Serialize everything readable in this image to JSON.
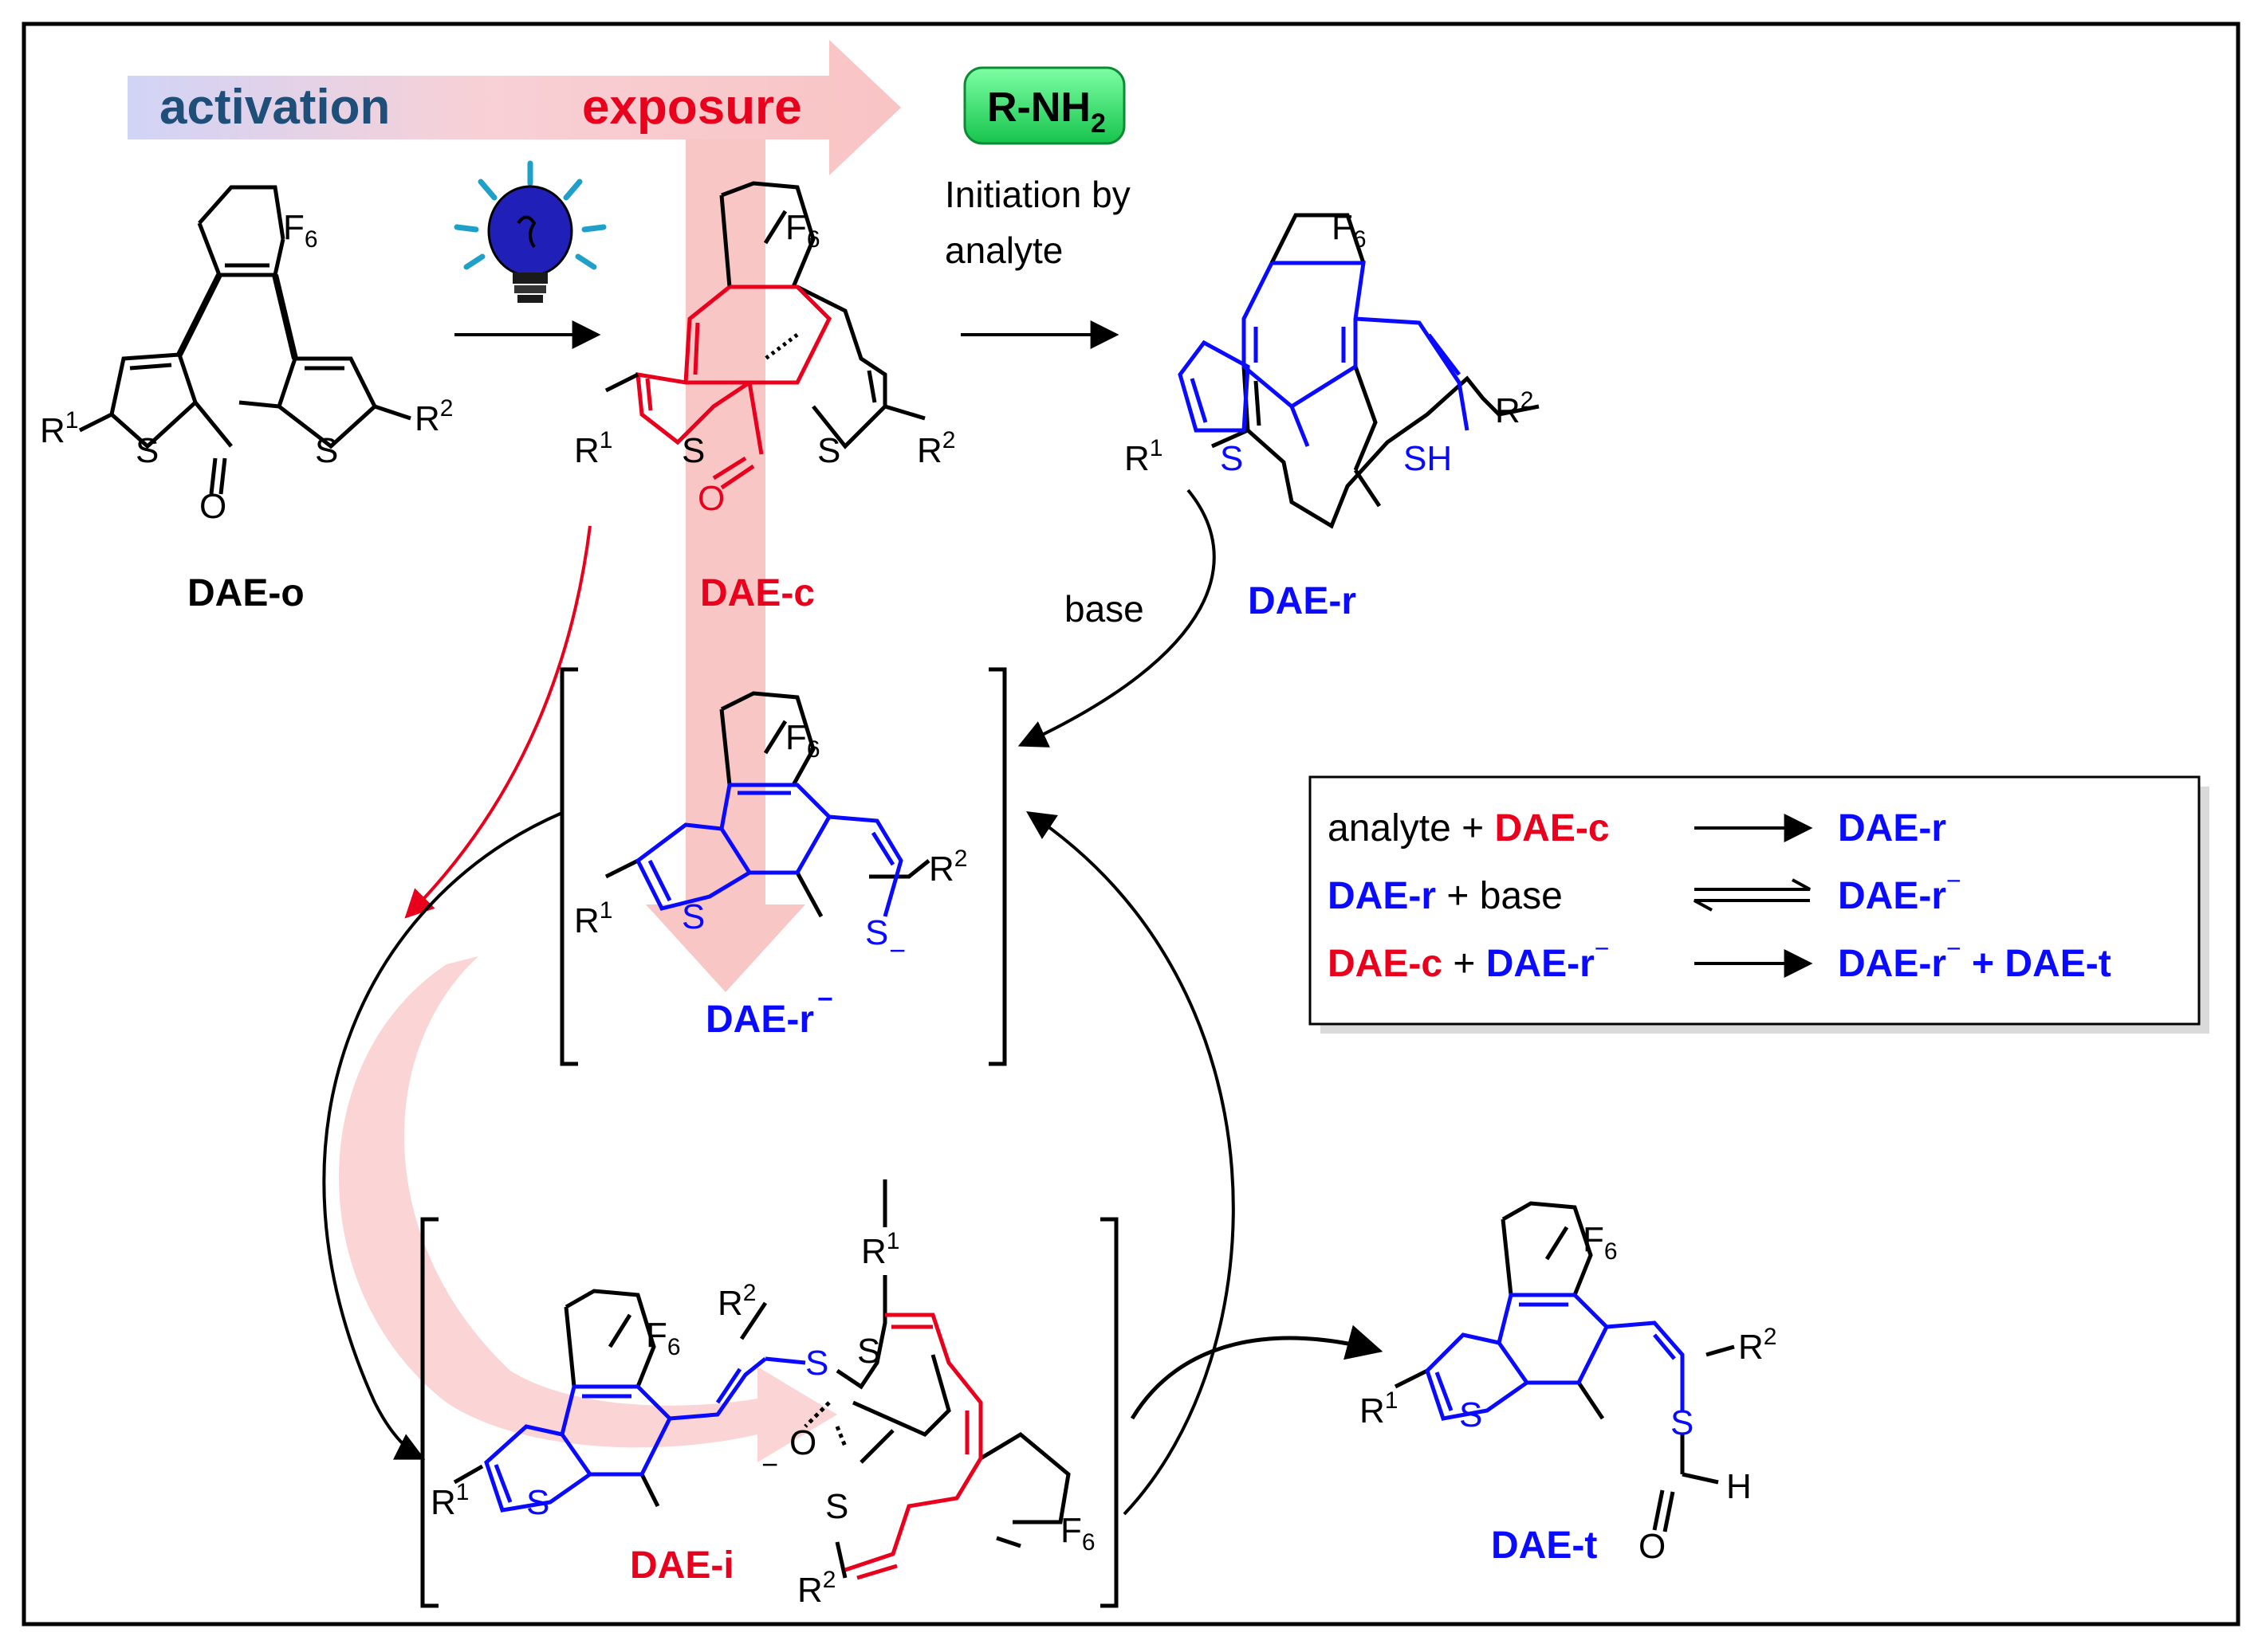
{
  "banner": {
    "activation": "activation",
    "exposure": "exposure",
    "analyte_badge": "R-NH",
    "analyte_badge_sub": "2"
  },
  "step_labels": {
    "initiation_line1": "Initiation by",
    "initiation_line2": "analyte",
    "base": "base"
  },
  "compounds": {
    "dae_o": "DAE-o",
    "dae_c": "DAE-c",
    "dae_r": "DAE-r",
    "dae_r_anion": "DAE-r",
    "dae_i": "DAE-i",
    "dae_t": "DAE-t"
  },
  "atoms": {
    "F6": "F",
    "F6_sub": "6",
    "R": "R",
    "sup1": "1",
    "sup2": "2",
    "S": "S",
    "O": "O",
    "SH": "SH",
    "H": "H",
    "minus": "−"
  },
  "equations": [
    {
      "left": [
        {
          "text": "analyte + ",
          "color": "black"
        },
        {
          "text": "DAE-c",
          "color": "red"
        }
      ],
      "arrow": "forward",
      "right": [
        {
          "text": "DAE-r",
          "color": "blue"
        }
      ]
    },
    {
      "left": [
        {
          "text": "DAE-r",
          "color": "blue"
        },
        {
          "text": " + base",
          "color": "black"
        }
      ],
      "arrow": "equilibrium",
      "right": [
        {
          "text": "DAE-r",
          "color": "blue",
          "minus": true
        }
      ]
    },
    {
      "left": [
        {
          "text": "DAE-c",
          "color": "red"
        },
        {
          "text": " + ",
          "color": "black"
        },
        {
          "text": "DAE-r",
          "color": "blue",
          "minus": true
        }
      ],
      "arrow": "forward",
      "right": [
        {
          "text": "DAE-r",
          "color": "blue",
          "minus": true
        },
        {
          "text": " + DAE-t",
          "color": "blue"
        }
      ]
    }
  ],
  "colors": {
    "red": "#e8001c",
    "blue": "#0a0aff",
    "dark_blue": "#1f4e79",
    "green": "#22cc55",
    "pink_arrow": "#f7b8b8",
    "black": "#000000"
  },
  "icons": [
    "light-bulb-icon"
  ]
}
